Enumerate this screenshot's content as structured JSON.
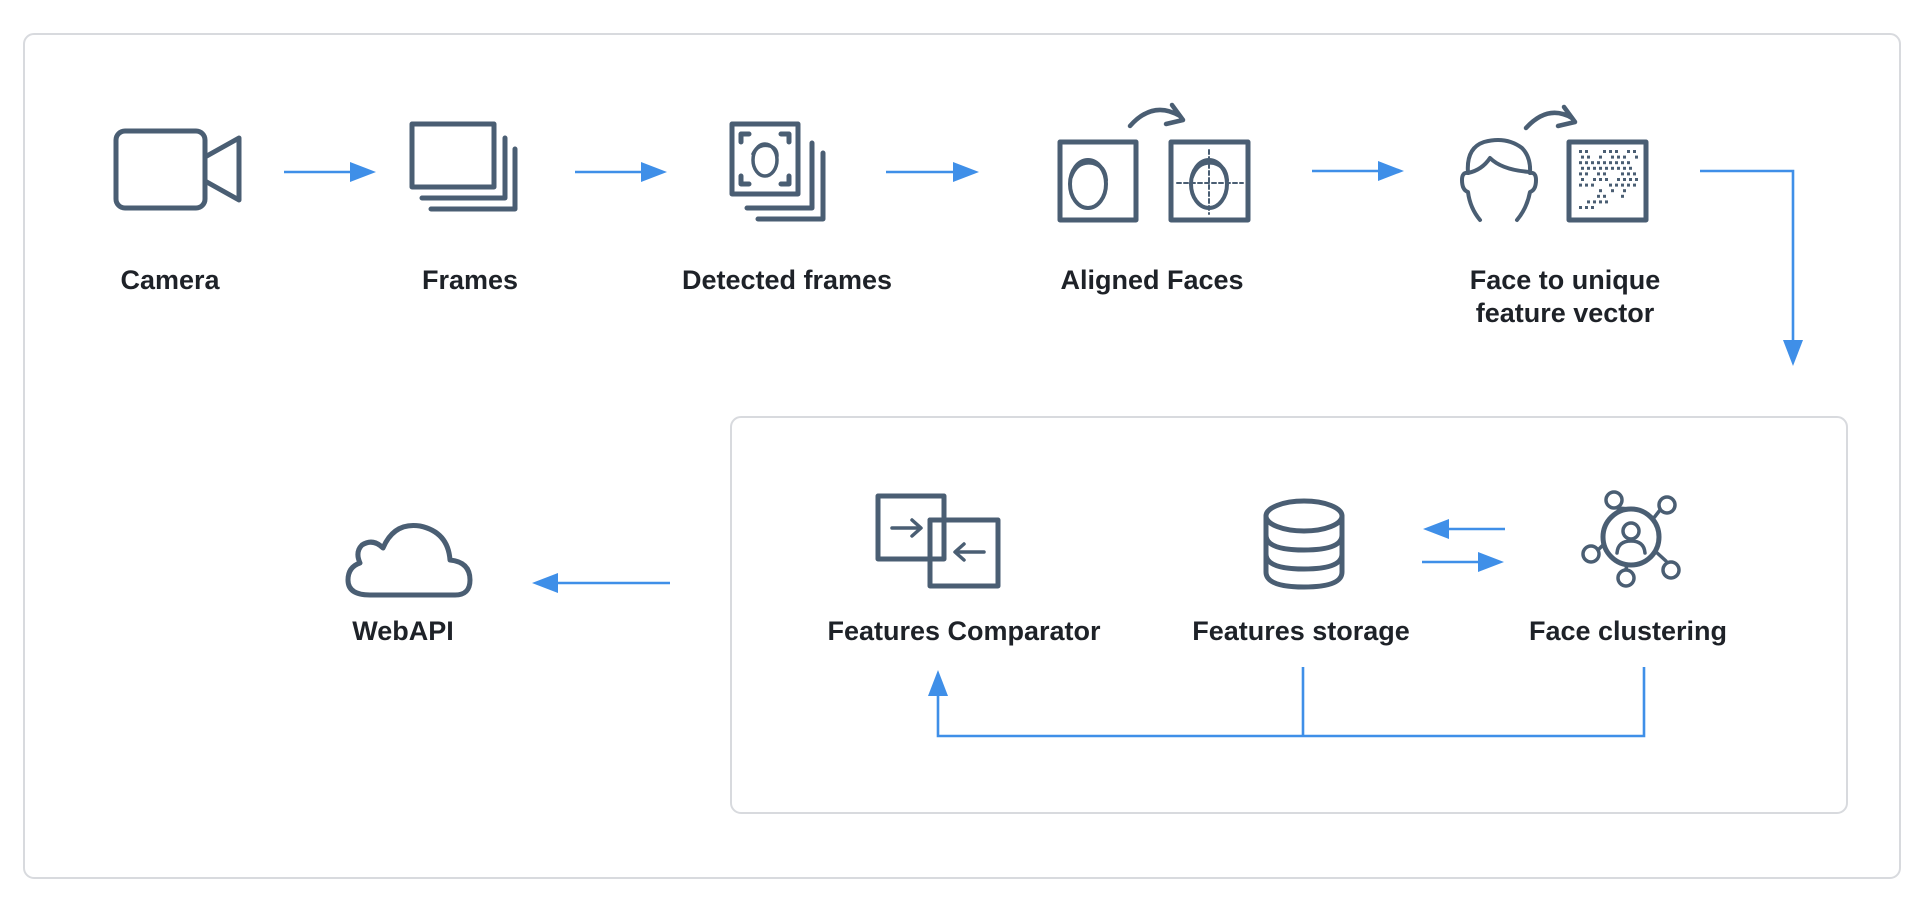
{
  "diagram": {
    "pipeline": {
      "camera_label": "Camera",
      "frames_label": "Frames",
      "detected_label": "Detected frames",
      "aligned_label": "Aligned Faces",
      "vector_label_line1": "Face to unique",
      "vector_label_line2": "feature vector"
    },
    "backend": {
      "comparator_label": "Features Comparator",
      "storage_label": "Features storage",
      "clustering_label": "Face clustering"
    },
    "output": {
      "webapi_label": "WebAPI"
    }
  },
  "colors": {
    "icon": "#4a5e73",
    "arrow": "#3f8fe8",
    "border": "#d8dade",
    "text": "#1e2228"
  }
}
